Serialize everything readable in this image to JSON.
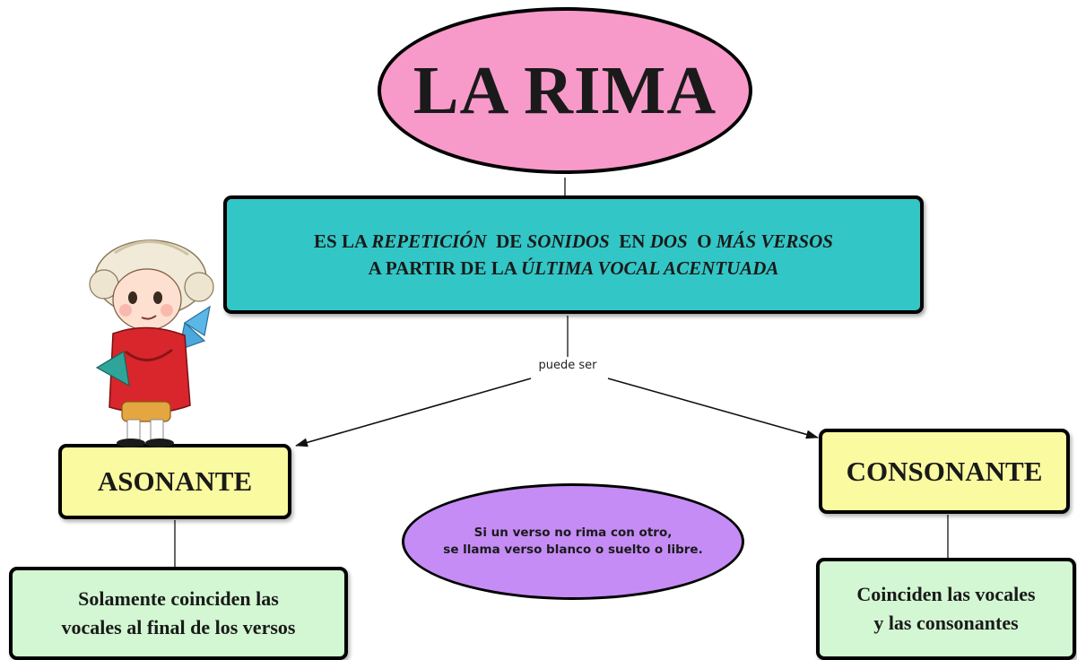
{
  "title": "LA RIMA",
  "definition": {
    "line1": [
      {
        "text": "ES LA ",
        "italic": false
      },
      {
        "text": "REPETICIÓN",
        "italic": true
      },
      {
        "text": "  DE ",
        "italic": false
      },
      {
        "text": "SONIDOS",
        "italic": true
      },
      {
        "text": "  EN ",
        "italic": false
      },
      {
        "text": "DOS",
        "italic": true
      },
      {
        "text": "  O ",
        "italic": false
      },
      {
        "text": "MÁS VERSOS",
        "italic": true
      }
    ],
    "line2": [
      {
        "text": "A PARTIR DE LA ",
        "italic": false
      },
      {
        "text": "ÚLTIMA VOCAL ACENTUADA",
        "italic": true
      }
    ]
  },
  "link_label": "puede ser",
  "asonante": {
    "label": "ASONANTE",
    "definition_line1": "Solamente coinciden las",
    "definition_line2": "vocales al final de los versos"
  },
  "consonante": {
    "label": "CONSONANTE",
    "definition_line1": "Coinciden las vocales",
    "definition_line2": "y las consonantes"
  },
  "note": {
    "line1": "Si un verso no rima con otro,",
    "line2": "se llama verso blanco o suelto o libre."
  },
  "colors": {
    "title_fill": "#f79ac9",
    "definition_fill": "#33c6c6",
    "type_fill": "#fafaa0",
    "type_definition_fill": "#d2f7d2",
    "note_fill": "#c58cf5"
  },
  "illustration": "cartoon-child-in-red-coat-and-powdered-wig"
}
